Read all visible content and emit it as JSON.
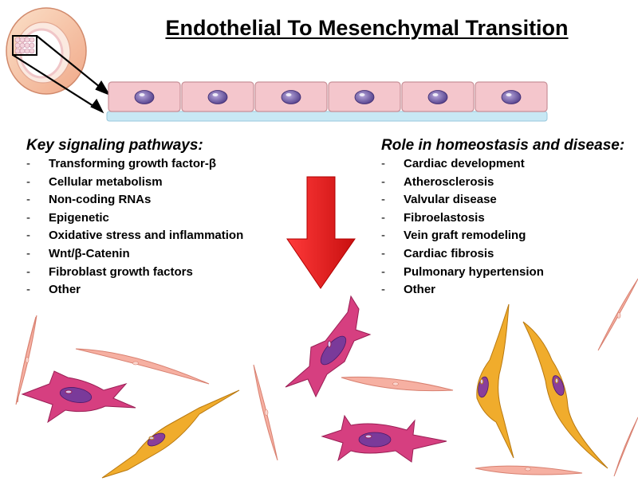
{
  "title": "Endothelial To Mesenchymal Transition",
  "left_panel": {
    "heading": "Key signaling pathways:",
    "items": [
      "Transforming growth factor-β",
      "Cellular metabolism",
      "Non-coding RNAs",
      "Epigenetic",
      "Oxidative stress and inflammation",
      "Wnt/β-Catenin",
      "Fibroblast growth factors",
      "Other"
    ]
  },
  "right_panel": {
    "heading": "Role in homeostasis and disease:",
    "items": [
      "Cardiac development",
      "Atherosclerosis",
      "Valvular disease",
      "Fibroelastosis",
      "Vein graft remodeling",
      "Cardiac fibrosis",
      "Pulmonary hypertension",
      "Other"
    ]
  },
  "colors": {
    "endothelial_cell": "#f2c4c8",
    "nucleus": "#7e6aa8",
    "arrow": "#e31c1c",
    "fibroblast": "#f4a99a",
    "mesenchymal_pink": "#d43a7c",
    "mesenchymal_orange": "#f0a82a"
  },
  "list_bullet": "-"
}
